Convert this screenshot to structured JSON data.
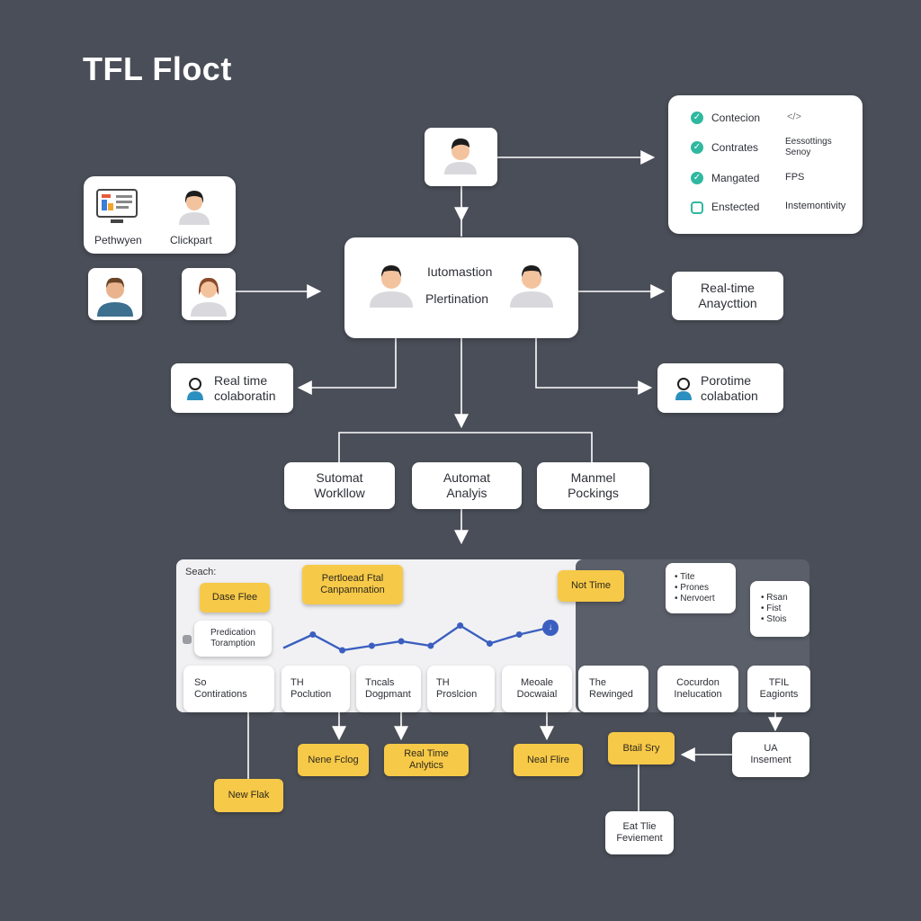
{
  "title": "TFL Floct",
  "status_panel": {
    "rows": [
      {
        "label": "Contecion",
        "value": "</>",
        "icon": "check-circle"
      },
      {
        "label": "Contrates",
        "value": "Eessottings\nSenoy",
        "icon": "check-circle"
      },
      {
        "label": "Mangated",
        "value": "FPS",
        "icon": "check-circle"
      },
      {
        "label": "Enstected",
        "value": "Instemontivity",
        "icon": "chat-bubble"
      }
    ]
  },
  "left_card": {
    "items": [
      {
        "label": "Pethwyen",
        "icon": "dashboard-monitor"
      },
      {
        "label": "Clickpart",
        "icon": "person"
      }
    ]
  },
  "center_card": {
    "line1": "Iutomastion",
    "line2": "Plertination"
  },
  "realtime_analytics": {
    "line1": "Real-time",
    "line2": "Anaycttion"
  },
  "collab_left": {
    "line1": "Real time",
    "line2": "colaboratin"
  },
  "collab_right": {
    "line1": "Porotime",
    "line2": "colabation"
  },
  "mid_boxes": [
    {
      "line1": "Sutomat",
      "line2": "Workllow"
    },
    {
      "line1": "Automat",
      "line2": "Analyis"
    },
    {
      "line1": "Manmel",
      "line2": "Pockings"
    }
  ],
  "search_label": "Seach:",
  "date_file": "Dase Flee",
  "partial_comp": {
    "line1": "Pertloead Ftal",
    "line2": "Canpamnation"
  },
  "predication": {
    "line1": "Predication",
    "line2": "Toramption"
  },
  "not_time": "Not Time",
  "right_note": {
    "items": [
      "Tite",
      "Prones",
      "Nervoert"
    ]
  },
  "right_note2": {
    "items": [
      "Rsan",
      "Fist",
      "Stois"
    ]
  },
  "bottom_row": [
    {
      "line1": "So",
      "line2": "Contirations"
    },
    {
      "line1": "TH",
      "line2": "Poclution"
    },
    {
      "line1": "Tncals",
      "line2": "Dogpmant"
    },
    {
      "line1": "TH",
      "line2": "Proslcion"
    },
    {
      "line1": "Meoale",
      "line2": "Docwaial"
    },
    {
      "line1": "The",
      "line2": "Rewinged"
    },
    {
      "line1": "Cocurdon",
      "line2": "Inelucation"
    },
    {
      "line1": "TFIL",
      "line2": "Eagionts"
    }
  ],
  "yellow_bottom": [
    {
      "line1": "Nene Fclog",
      "line2": ""
    },
    {
      "line1": "Real Time",
      "line2": "Anlytics"
    },
    {
      "line1": "Neal Flire",
      "line2": ""
    },
    {
      "line1": "New Flak",
      "line2": ""
    },
    {
      "line1": "Btail Sry",
      "line2": ""
    }
  ],
  "ua_box": {
    "line1": "UA",
    "line2": "Insement"
  },
  "eat_box": {
    "line1": "Eat Tlie",
    "line2": "Feviement"
  },
  "colors": {
    "background": "#4a4e58",
    "accent_yellow": "#f7c948",
    "check_teal": "#2fb8a0",
    "line_blue": "#3b5fc0"
  },
  "chart_line": [
    0.15,
    0.45,
    0.1,
    0.2,
    0.3,
    0.2,
    0.65,
    0.25,
    0.45,
    0.6
  ]
}
